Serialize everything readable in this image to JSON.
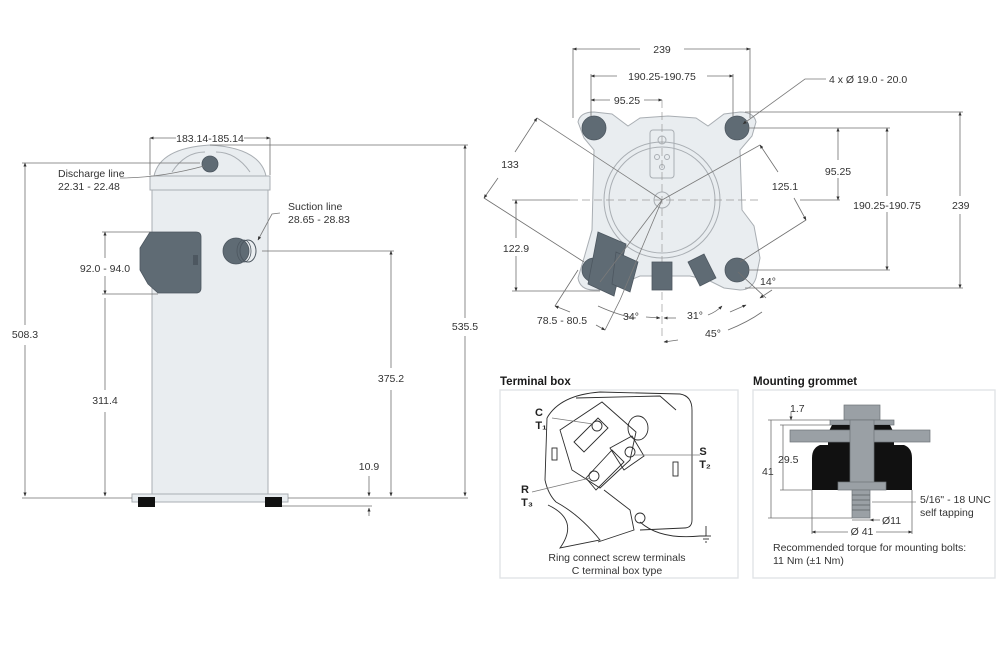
{
  "side_view": {
    "top_width": "183.14-185.14",
    "discharge_label": "Discharge line",
    "discharge_value": "22.31 - 22.48",
    "suction_label": "Suction line",
    "suction_value": "28.65 - 28.83",
    "terminal_box_height": "92.0 - 94.0",
    "total_height_left": "508.3",
    "terminal_box_elevation": "311.4",
    "suction_elevation": "375.2",
    "base_offset": "10.9",
    "total_height_right": "535.5"
  },
  "top_view": {
    "overall_width": "239",
    "bolt_spacing_x": "190.25-190.75",
    "half_spacing_x": "95.25",
    "hole_spec": "4 x Ø 19.0 - 20.0",
    "diag_left": "133",
    "diag_right": "125.1",
    "half_spacing_y": "95.25",
    "bolt_spacing_y": "190.25-190.75",
    "overall_height": "239",
    "left_offset": "122.9",
    "terminal_offset": "78.5 - 80.5",
    "angle_34": "34°",
    "angle_31": "31°",
    "angle_45": "45°",
    "angle_14": "14°"
  },
  "terminal_box": {
    "title": "Terminal box",
    "label_c": "C",
    "label_t1": "T₁",
    "label_s": "S",
    "label_t2": "T₂",
    "label_r": "R",
    "label_t3": "T₃",
    "caption_line1": "Ring connect screw terminals",
    "caption_line2": "C terminal box type"
  },
  "mounting_grommet": {
    "title": "Mounting grommet",
    "dim_1_7": "1.7",
    "dim_29_5": "29.5",
    "dim_41_h": "41",
    "thread_spec_line1": "5/16\" - 18 UNC",
    "thread_spec_line2": "self tapping",
    "dim_d11": "Ø11",
    "dim_d41": "Ø 41",
    "torque_line1": "Recommended torque for mounting bolts:",
    "torque_line2": "11 Nm (±1 Nm)"
  },
  "colors": {
    "body_fill": "#e9edf0",
    "fitting_dark": "#5f6b74",
    "grommet_black": "#111111",
    "bolt_gray": "#9aa0a5"
  }
}
